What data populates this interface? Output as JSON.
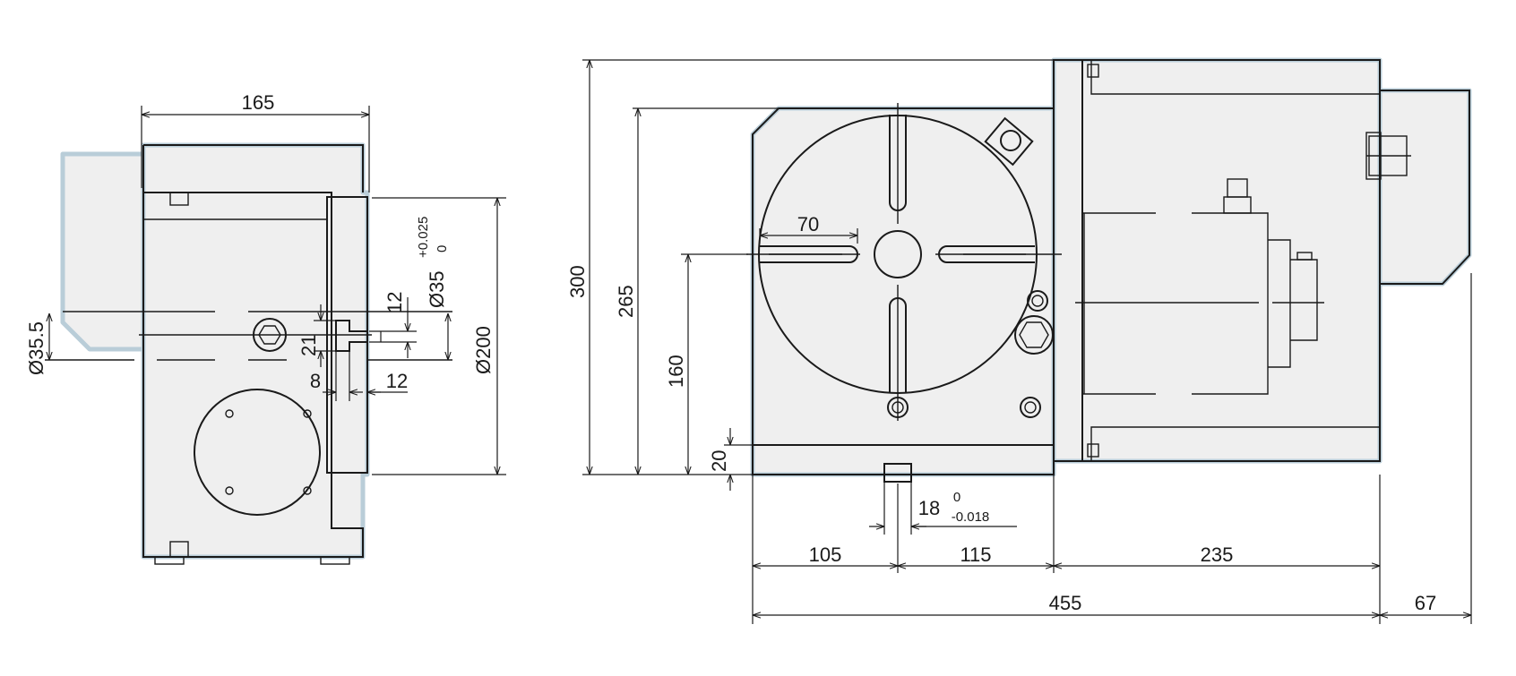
{
  "colors": {
    "body_fill": "#efefef",
    "body_edge": "#b9cdd8",
    "line": "#1a1a1a"
  },
  "left_view": {
    "dim_width": "165",
    "dim_flange_dia": "Ø35.5",
    "dim_bore_dia": "Ø35",
    "dim_bore_tol_upper": "+0.025",
    "dim_bore_tol_lower": "0",
    "dim_face_dia": "Ø200",
    "dim_slot_12v": "12",
    "dim_slot_21": "21",
    "dim_slot_8": "8",
    "dim_slot_12h": "12"
  },
  "right_view": {
    "dim_height_300": "300",
    "dim_height_265": "265",
    "dim_center_160": "160",
    "dim_base_20": "20",
    "dim_slot_70": "70",
    "dim_key_18": "18",
    "dim_key_tol_upper": "0",
    "dim_key_tol_lower": "-0.018",
    "dim_105": "105",
    "dim_115": "115",
    "dim_235": "235",
    "dim_455": "455",
    "dim_67": "67"
  }
}
